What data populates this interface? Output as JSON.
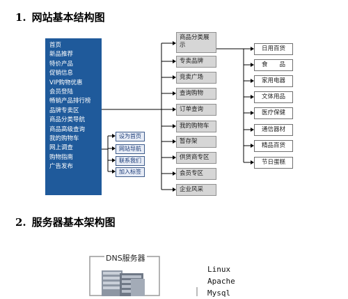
{
  "headings": [
    {
      "num": "1.",
      "text": "网站基本结构图"
    },
    {
      "num": "2.",
      "text": "服务器基本架构图"
    }
  ],
  "nav_items": [
    "首页",
    "新品推荐",
    "特价产品",
    "促销信息",
    "VIP购物优惠",
    "会员登陆",
    "畅销产品排行榜",
    "品牌专卖区",
    "商品分类导航",
    "商品高级查询",
    "我的购物车",
    "网上调查",
    "购物指南",
    "广告发布"
  ],
  "quick_links": [
    "设为首页",
    "网站导航",
    "联系我们",
    "加入标签"
  ],
  "categories": [
    "商品分类展示",
    "专卖品牌",
    "竞卖广场",
    "查询购物",
    "订单查询",
    "我的购物车",
    "暂存架",
    "供货商专区",
    "会员专区",
    "企业风采"
  ],
  "subcategories": [
    "日用百货",
    "食　　品",
    "家用电器",
    "文体用品",
    "医疗保健",
    "通信器材",
    "精品百货",
    "节日蛋糕"
  ],
  "server": {
    "dns_label": "DNS服务器",
    "stack": [
      "Linux",
      "Apache",
      "Mysql"
    ]
  },
  "colors": {
    "panel": "#1f5a9b",
    "box_fill": "#d6d6d6",
    "line": "#000000"
  }
}
